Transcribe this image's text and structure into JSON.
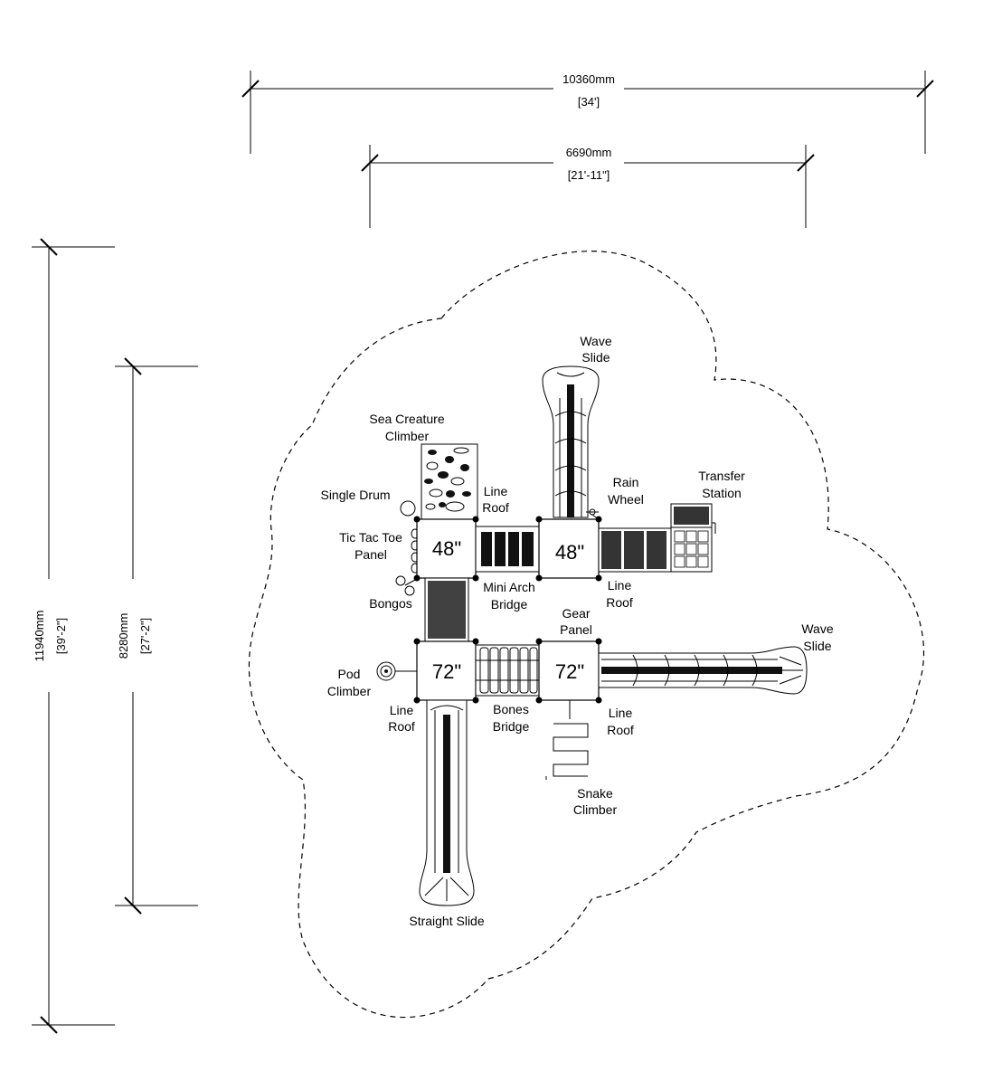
{
  "dimensions": {
    "overall_width": {
      "mm": "10360mm",
      "imperial": "[34']"
    },
    "inner_width": {
      "mm": "6690mm",
      "imperial": "[21'-11\"]"
    },
    "overall_depth": {
      "mm": "11940mm",
      "imperial": "[39'-2\"]"
    },
    "inner_depth": {
      "mm": "8280mm",
      "imperial": "[27'-2\"]"
    }
  },
  "decks": {
    "top_left": "48\"",
    "top_right": "48\"",
    "bottom_left": "72\"",
    "bottom_right": "72\""
  },
  "labels": {
    "wave_slide_top": [
      "Wave",
      "Slide"
    ],
    "sea_creature_climber": [
      "Sea Creature",
      "Climber"
    ],
    "single_drum": "Single Drum",
    "line_roof_tl": [
      "Line",
      "Roof"
    ],
    "rain_wheel": [
      "Rain",
      "Wheel"
    ],
    "transfer_station": [
      "Transfer",
      "Station"
    ],
    "tic_tac_toe_panel": [
      "Tic Tac Toe",
      "Panel"
    ],
    "mini_arch_bridge": [
      "Mini Arch",
      "Bridge"
    ],
    "line_roof_tr": [
      "Line",
      "Roof"
    ],
    "bongos": "Bongos",
    "gear_panel": [
      "Gear",
      "Panel"
    ],
    "wave_slide_right": [
      "Wave",
      "Slide"
    ],
    "pod_climber": [
      "Pod",
      "Climber"
    ],
    "line_roof_bl": [
      "Line",
      "Roof"
    ],
    "bones_bridge": [
      "Bones",
      "Bridge"
    ],
    "line_roof_br": [
      "Line",
      "Roof"
    ],
    "snake_climber": [
      "Snake",
      "Climber"
    ],
    "straight_slide": "Straight Slide"
  }
}
